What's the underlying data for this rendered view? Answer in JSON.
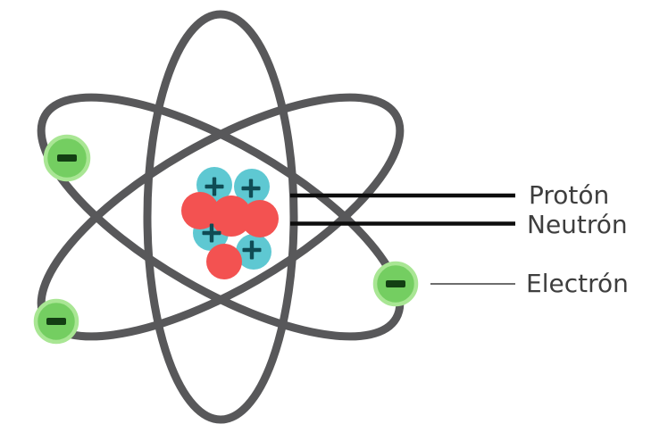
{
  "legend": {
    "proton_label": "Protón",
    "neutron_label": "Neutrón",
    "electron_label": "Electrón"
  },
  "particles": {
    "protons": {
      "sign": "+",
      "count": 4,
      "color": "#5ec8d2",
      "sign_color": "#0f4c55"
    },
    "neutrons": {
      "count": 4,
      "color": "#f35251"
    },
    "electrons": {
      "sign": "−",
      "count": 3,
      "color": "#74ce61",
      "glow_color": "#a9e694",
      "sign_color": "#133f13"
    }
  },
  "colors": {
    "background": "#ffffff",
    "orbit": "#58585a",
    "pointer_line": "#0d0d0d",
    "electron_pointer_line": "#6e6e6e",
    "label_text": "#3e3e3e"
  }
}
